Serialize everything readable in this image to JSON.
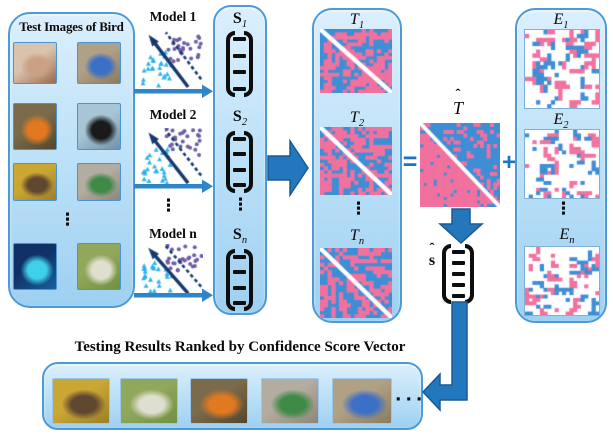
{
  "colors": {
    "panel_border": "#4c9bd8",
    "panel_fill_top": "#dbeffc",
    "panel_fill_bottom": "#9ed0f1",
    "arrow_blue": "#2277bd",
    "arrow_stroke": "#1a5a94",
    "matrix_pink": "#f2719e",
    "matrix_blue": "#3e8ed6",
    "scatter_cyan": "#2fb3e8",
    "scatter_purple": "#6f5da8",
    "scatter_navy": "#16386e",
    "text": "#0a0a0a"
  },
  "left_panel": {
    "title": "Test Images of Bird",
    "ellipsis": "⋮",
    "images": [
      {
        "name": "hand-holding-bird",
        "palette": [
          "#d8c3ae",
          "#9a6b4e",
          "#caa184"
        ]
      },
      {
        "name": "blue-dish-with-bird",
        "palette": [
          "#b0a086",
          "#8a7a5e",
          "#3c6fc6"
        ]
      },
      {
        "name": "orange-bird-on-branch",
        "palette": [
          "#7b6b4b",
          "#53462e",
          "#e0791f"
        ]
      },
      {
        "name": "black-cat",
        "palette": [
          "#a6c6d8",
          "#7291a8",
          "#1a1a1a"
        ]
      },
      {
        "name": "two-birds-on-cage",
        "palette": [
          "#caa733",
          "#9c7e2a",
          "#5f4730"
        ]
      },
      {
        "name": "green-bird-on-wood",
        "palette": [
          "#b3aca0",
          "#8d8678",
          "#3f8a46"
        ]
      },
      {
        "name": "bird-in-blue-tunnel",
        "palette": [
          "#0f3166",
          "#17629b",
          "#3fd0ea"
        ]
      },
      {
        "name": "birds-on-grass-field",
        "palette": [
          "#90a85c",
          "#70903f",
          "#dedfce"
        ]
      }
    ]
  },
  "models": {
    "ellipsis": "⋮",
    "items": [
      {
        "label": "Model 1"
      },
      {
        "label": "Model 2"
      },
      {
        "label": "Model n"
      }
    ]
  },
  "score_panel": {
    "ellipsis": "⋮",
    "items": [
      {
        "base": "S",
        "sub": "1"
      },
      {
        "base": "S",
        "sub": "2"
      },
      {
        "base": "S",
        "sub": "n"
      }
    ]
  },
  "t_panel": {
    "ellipsis": "⋮",
    "items": [
      {
        "base": "T",
        "sub": "1"
      },
      {
        "base": "T",
        "sub": "2"
      },
      {
        "base": "T",
        "sub": "n"
      }
    ]
  },
  "e_panel": {
    "ellipsis": "⋮",
    "items": [
      {
        "base": "E",
        "sub": "1"
      },
      {
        "base": "E",
        "sub": "2"
      },
      {
        "base": "E",
        "sub": "n"
      }
    ]
  },
  "equation": {
    "equals": "=",
    "plus": "+",
    "t_hat": {
      "hat": "ˆ",
      "base": "T"
    },
    "s_hat": {
      "hat": "ˆ",
      "base": "s"
    }
  },
  "bottom": {
    "title": "Testing Results Ranked by Confidence Score Vector",
    "ellipsis": "···",
    "images": [
      {
        "name": "two-birds-on-cage",
        "palette": [
          "#caa733",
          "#9c7e2a",
          "#5f4730"
        ]
      },
      {
        "name": "birds-on-grass-field",
        "palette": [
          "#90a85c",
          "#70903f",
          "#dedfce"
        ]
      },
      {
        "name": "orange-bird-on-branch",
        "palette": [
          "#7b6b4b",
          "#53462e",
          "#e0791f"
        ]
      },
      {
        "name": "green-bird-on-wood",
        "palette": [
          "#b3aca0",
          "#8d8678",
          "#3f8a46"
        ]
      },
      {
        "name": "blue-dish-with-bird",
        "palette": [
          "#b0a086",
          "#8a7a5e",
          "#3c6fc6"
        ]
      }
    ]
  }
}
